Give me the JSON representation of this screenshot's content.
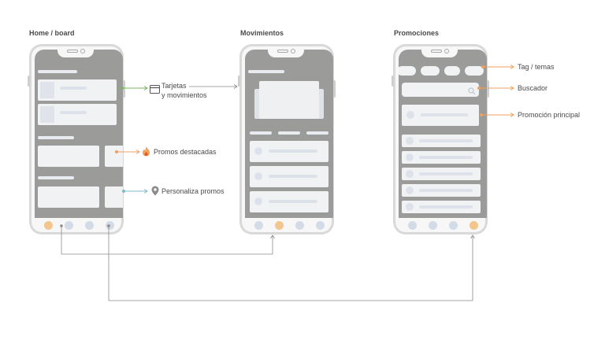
{
  "screens": [
    {
      "title": "Home / board"
    },
    {
      "title": "Movimientos"
    },
    {
      "title": "Promociones"
    }
  ],
  "annotations": {
    "tarjetas_line1": "Tarjetas",
    "tarjetas_line2": "y movimientos",
    "promos_destacadas": "Promos destacadas",
    "personaliza": "Personaliza promos",
    "tag_temas": "Tag / temas",
    "buscador": "Buscador",
    "promo_principal": "Promoción principal"
  },
  "icons": {
    "card": "credit-card-icon",
    "fire": "fire-icon",
    "pin": "location-pin-icon",
    "search": "search-icon"
  },
  "colors": {
    "screen_fill": "#9b9c9a",
    "active_tab": "#f3c58f",
    "arrow_green": "#7ab55c",
    "arrow_orange": "#f0a15e",
    "arrow_blue": "#7fb8d0",
    "connector": "#8a8a8a"
  },
  "tab_bars": {
    "home_active_index": 0,
    "movimientos_active_index": 1,
    "promociones_active_index": 3
  }
}
